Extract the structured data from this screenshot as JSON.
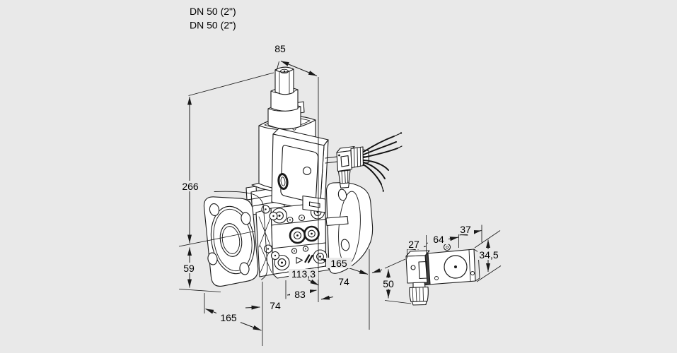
{
  "page": {
    "background_color": "#e9e9e9",
    "line_color": "#1a1a1a"
  },
  "header": {
    "size_line1": "DN 50 (2\")",
    "size_line2": "DN 50 (2\")"
  },
  "main_view": {
    "dim_actuator_width": "85",
    "dim_overall_height": "266",
    "dim_axis_height": "59",
    "dim_left_flange_od": "165",
    "dim_left_face_to_body": "74",
    "dim_body_length": "83",
    "dim_body_depth": "113,3",
    "dim_right_flange_od": "165",
    "dim_right_face_to_body": "74"
  },
  "side_view": {
    "dim_plug_depth": "27",
    "dim_coil_length": "64",
    "dim_end_depth": "37",
    "dim_coil_height": "34,5",
    "dim_plug_height": "50"
  }
}
